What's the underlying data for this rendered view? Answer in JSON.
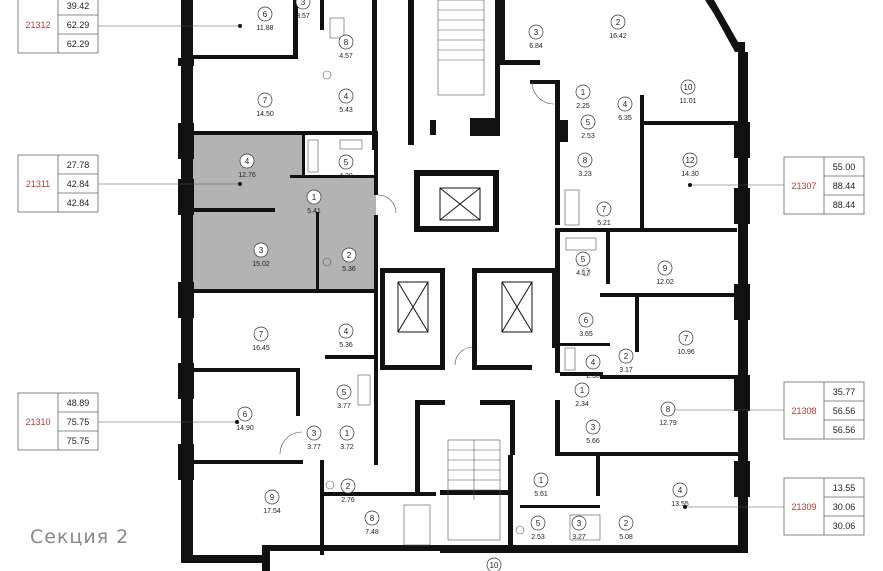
{
  "section_label": "Секция 2",
  "highlight_color": "#b3b3b3",
  "apartment_id_color": "#c0392b",
  "apartments": [
    {
      "id": "21312",
      "values": [
        "39.42",
        "62.29",
        "62.29"
      ]
    },
    {
      "id": "21311",
      "values": [
        "27.78",
        "42.84",
        "42.84"
      ]
    },
    {
      "id": "21310",
      "values": [
        "48.89",
        "75.75",
        "75.75"
      ]
    },
    {
      "id": "21307",
      "values": [
        "55.00",
        "88.44",
        "88.44"
      ]
    },
    {
      "id": "21308",
      "values": [
        "35.77",
        "56.56",
        "56.56"
      ]
    },
    {
      "id": "21309",
      "values": [
        "13.55",
        "30.06",
        "30.06"
      ]
    }
  ],
  "rooms": [
    {
      "n": "3",
      "a": "3.57"
    },
    {
      "n": "6",
      "a": "11.88"
    },
    {
      "n": "8",
      "a": "4.57"
    },
    {
      "n": "7",
      "a": "14.50"
    },
    {
      "n": "4",
      "a": "5.43"
    },
    {
      "n": "4",
      "a": "12.76"
    },
    {
      "n": "5",
      "a": "4.29"
    },
    {
      "n": "1",
      "a": "5.41"
    },
    {
      "n": "3",
      "a": "15.02"
    },
    {
      "n": "2",
      "a": "5.36"
    },
    {
      "n": "7",
      "a": "16.45"
    },
    {
      "n": "4",
      "a": "5.36"
    },
    {
      "n": "5",
      "a": "3.77"
    },
    {
      "n": "6",
      "a": "14.90"
    },
    {
      "n": "3",
      "a": "3.77"
    },
    {
      "n": "1",
      "a": "3.72"
    },
    {
      "n": "9",
      "a": "17.54"
    },
    {
      "n": "2",
      "a": "2.76"
    },
    {
      "n": "8",
      "a": "7.48"
    },
    {
      "n": "3",
      "a": "6.84"
    },
    {
      "n": "2",
      "a": "16.42"
    },
    {
      "n": "10",
      "a": "11.01"
    },
    {
      "n": "1",
      "a": "2.25"
    },
    {
      "n": "4",
      "a": "6.35"
    },
    {
      "n": "5",
      "a": "2.53"
    },
    {
      "n": "12",
      "a": "14.30"
    },
    {
      "n": "8",
      "a": "3.23"
    },
    {
      "n": "7",
      "a": "5.21"
    },
    {
      "n": "5",
      "a": "4.17"
    },
    {
      "n": "9",
      "a": "12.02"
    },
    {
      "n": "6",
      "a": "3.65"
    },
    {
      "n": "7",
      "a": "10.96"
    },
    {
      "n": "4",
      "a": "2.30"
    },
    {
      "n": "2",
      "a": "3.17"
    },
    {
      "n": "1",
      "a": "2.34"
    },
    {
      "n": "8",
      "a": "12.79"
    },
    {
      "n": "3",
      "a": "5.66"
    },
    {
      "n": "1",
      "a": "5.61"
    },
    {
      "n": "4",
      "a": "13.55"
    },
    {
      "n": "5",
      "a": "2.53"
    },
    {
      "n": "3",
      "a": "3.27"
    },
    {
      "n": "2",
      "a": "5.08"
    },
    {
      "n": "10",
      "a": ""
    }
  ]
}
